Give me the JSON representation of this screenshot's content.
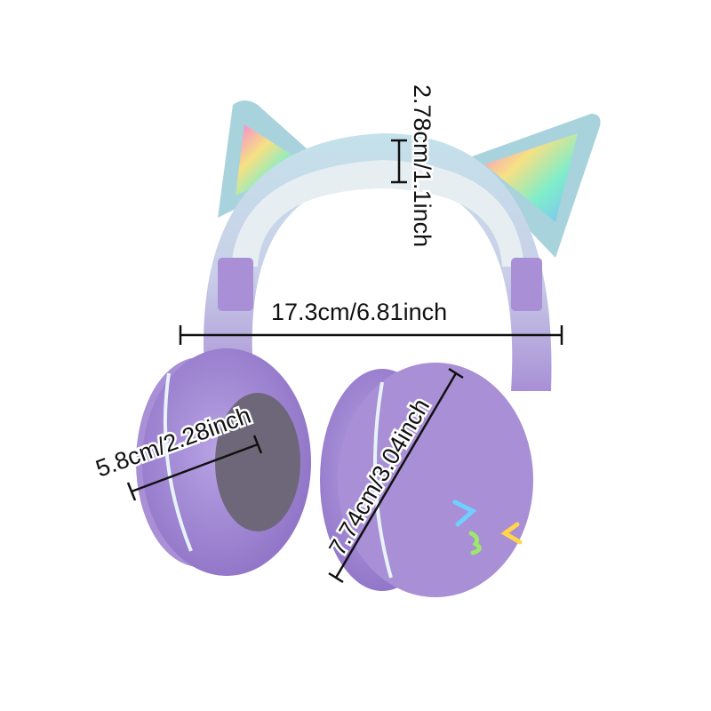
{
  "dimensions": {
    "ear_height": "2.78cm/1.1inch",
    "width": "17.3cm/6.81inch",
    "cushion_depth": "5.8cm/2.28inch",
    "earcup_height": "7.74cm/3.04inch"
  },
  "colors": {
    "lavender": "#a98fd6",
    "cushion": "#9f86d2",
    "band_blue": "#bcdde6",
    "ear_blue": "#a9d3dc",
    "band_pad": "#e6eef2"
  }
}
